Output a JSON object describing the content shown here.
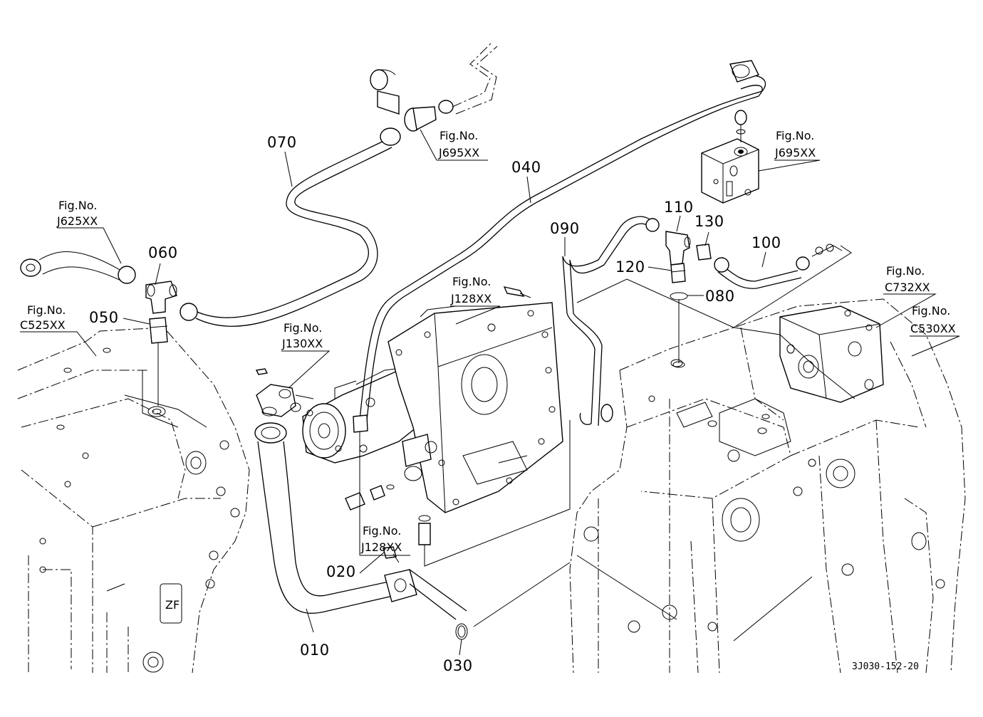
{
  "parts": {
    "p010": "010",
    "p020": "020",
    "p030": "030",
    "p040": "040",
    "p050": "050",
    "p060": "060",
    "p070": "070",
    "p080": "080",
    "p090": "090",
    "p100": "100",
    "p110": "110",
    "p120": "120",
    "p130": "130"
  },
  "figrefs": {
    "fig_label": "Fig.No.",
    "j625": "J625XX",
    "c525": "C525XX",
    "j695_left": "J695XX",
    "j695_right": "J695XX",
    "j130": "J130XX",
    "j128_top": "J128XX",
    "j128_bottom": "J128XX",
    "c732": "C732XX",
    "c530": "C530XX"
  },
  "drawing_code": "3J030-152-20"
}
